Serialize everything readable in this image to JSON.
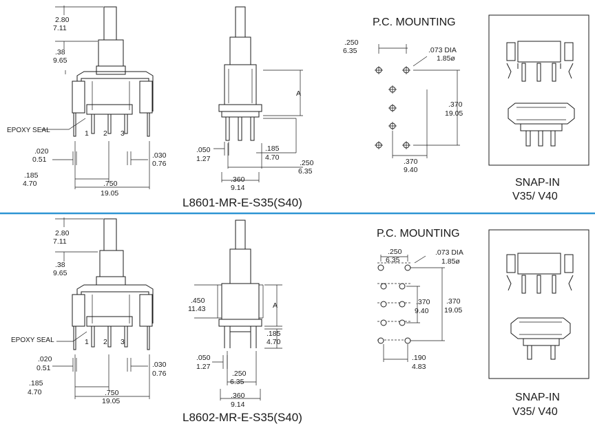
{
  "colors": {
    "divider": "#2d95d3",
    "ink": "#1a1a1a",
    "background": "#ffffff"
  },
  "top": {
    "side": {
      "d280_in": "2.80",
      "d280_mm": "7.11",
      "d38_in": ".38",
      "d38_mm": "9.65",
      "epoxy": "EPOXY SEAL",
      "pin1": "1",
      "pin2": "2",
      "pin3": "3",
      "d020_in": ".020",
      "d020_mm": "0.51",
      "d030_in": ".030",
      "d030_mm": "0.76",
      "d185_in": ".185",
      "d185_mm": "4.70",
      "d750_in": ".750",
      "d750_mm": "19.05"
    },
    "front": {
      "a": "A",
      "d050_in": ".050",
      "d050_mm": "1.27",
      "d185_in": ".185",
      "d185_mm": "4.70",
      "d250_in": ".250",
      "d250_mm": "6.35",
      "d360_in": ".360",
      "d360_mm": "9.14"
    },
    "model": "L8601-MR-E-S35(S40)",
    "pcb": {
      "title": "P.C. MOUNTING",
      "d250_in": ".250",
      "d250_mm": "6.35",
      "dia_in": ".073 DIA",
      "dia_mm": "1.85ø",
      "d370v_in": ".370",
      "d370v_mm": "19.05",
      "d370h_in": ".370",
      "d370h_mm": "9.40"
    },
    "snapin": {
      "line1": "SNAP-IN",
      "line2": "V35/ V40"
    }
  },
  "bottom": {
    "side": {
      "d280_in": "2.80",
      "d280_mm": "7.11",
      "d38_in": ".38",
      "d38_mm": "9.65",
      "epoxy": "EPOXY SEAL",
      "pin1": "1",
      "pin2": "2",
      "pin3": "3",
      "d020_in": ".020",
      "d020_mm": "0.51",
      "d030_in": ".030",
      "d030_mm": "0.76",
      "d185_in": ".185",
      "d185_mm": "4.70",
      "d750_in": ".750",
      "d750_mm": "19.05"
    },
    "front": {
      "a": "A",
      "d450_in": ".450",
      "d450_mm": "11.43",
      "d185_in": ".185",
      "d185_mm": "4.70",
      "d050_in": ".050",
      "d050_mm": "1.27",
      "d250_in": ".250",
      "d250_mm": "6.35",
      "d360_in": ".360",
      "d360_mm": "9.14"
    },
    "model": "L8602-MR-E-S35(S40)",
    "pcb": {
      "title": "P.C. MOUNTING",
      "d250_in": ".250",
      "d250_mm": "6.35",
      "dia_in": ".073 DIA",
      "dia_mm": "1.85ø",
      "d370a_in": ".370",
      "d370a_mm": "9.40",
      "d370b_in": ".370",
      "d370b_mm": "19.05",
      "d190_in": ".190",
      "d190_mm": "4.83"
    },
    "snapin": {
      "line1": "SNAP-IN",
      "line2": "V35/ V40"
    }
  }
}
